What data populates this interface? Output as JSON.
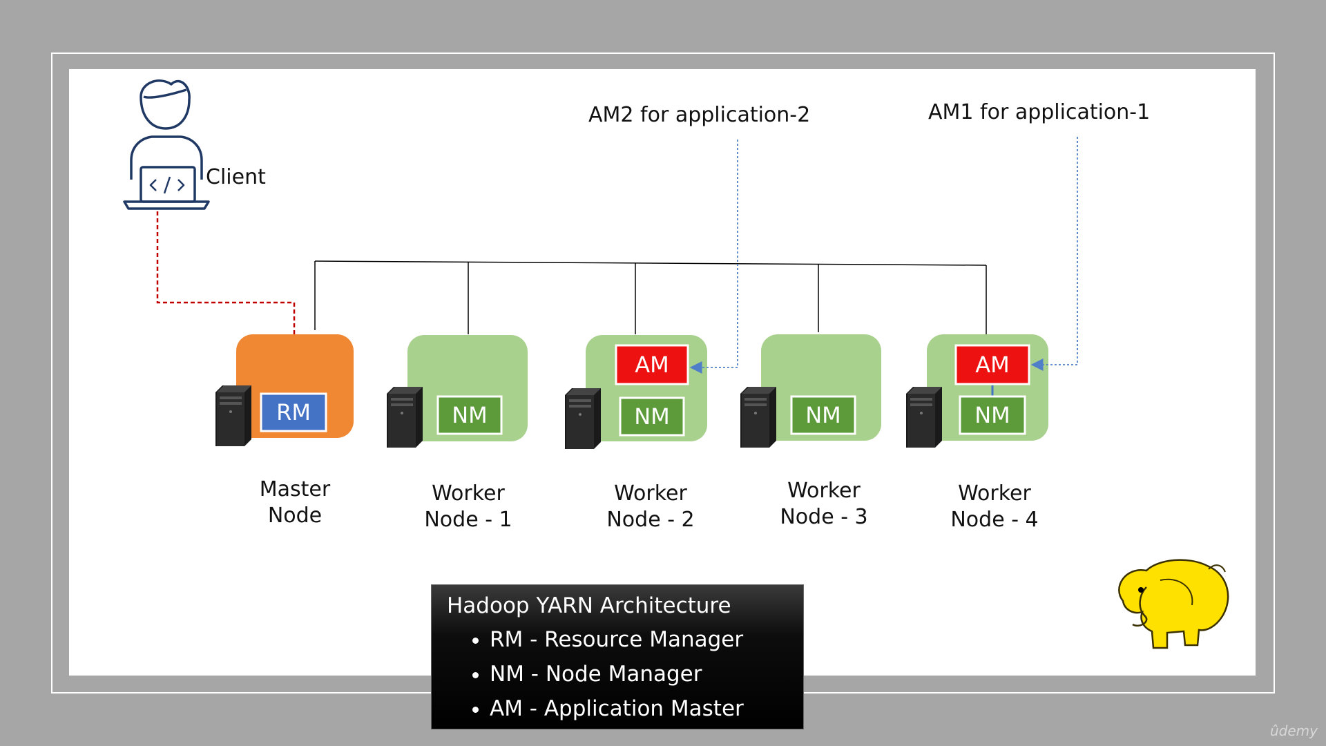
{
  "colors": {
    "background": "#a6a6a6",
    "slide": "#ffffff",
    "master_node": "#f08833",
    "worker_node": "#a9d18e",
    "rm_chip": "#4472c4",
    "nm_chip": "#5d9b3a",
    "am_chip": "#ee1111",
    "client_arrow": "#c00000",
    "am_arrow": "#7f9fd0",
    "network_line": "#000000",
    "elephant": "#ffe100"
  },
  "client": {
    "label": "Client",
    "icon": "developer-laptop-icon"
  },
  "annotations": {
    "am2": "AM2 for application-2",
    "am1": "AM1 for application-1"
  },
  "nodes": [
    {
      "id": "master",
      "chip": "RM",
      "label_line1": "Master",
      "label_line2": "Node",
      "icon": "server-tower-icon"
    },
    {
      "id": "worker1",
      "chip": "NM",
      "label_line1": "Worker",
      "label_line2": "Node - 1",
      "icon": "server-tower-icon"
    },
    {
      "id": "worker2",
      "chip": "NM",
      "am_chip": "AM",
      "label_line1": "Worker",
      "label_line2": "Node - 2",
      "icon": "server-tower-icon"
    },
    {
      "id": "worker3",
      "chip": "NM",
      "label_line1": "Worker",
      "label_line2": "Node - 3",
      "icon": "server-tower-icon"
    },
    {
      "id": "worker4",
      "chip": "NM",
      "am_chip": "AM",
      "label_line1": "Worker",
      "label_line2": "Node - 4",
      "icon": "server-tower-icon"
    }
  ],
  "legend": {
    "title": "Hadoop YARN Architecture",
    "items": [
      "RM - Resource Manager",
      "NM - Node Manager",
      "AM - Application Master"
    ]
  },
  "logo": {
    "name": "hadoop-elephant-logo"
  },
  "watermark": "ûdemy"
}
